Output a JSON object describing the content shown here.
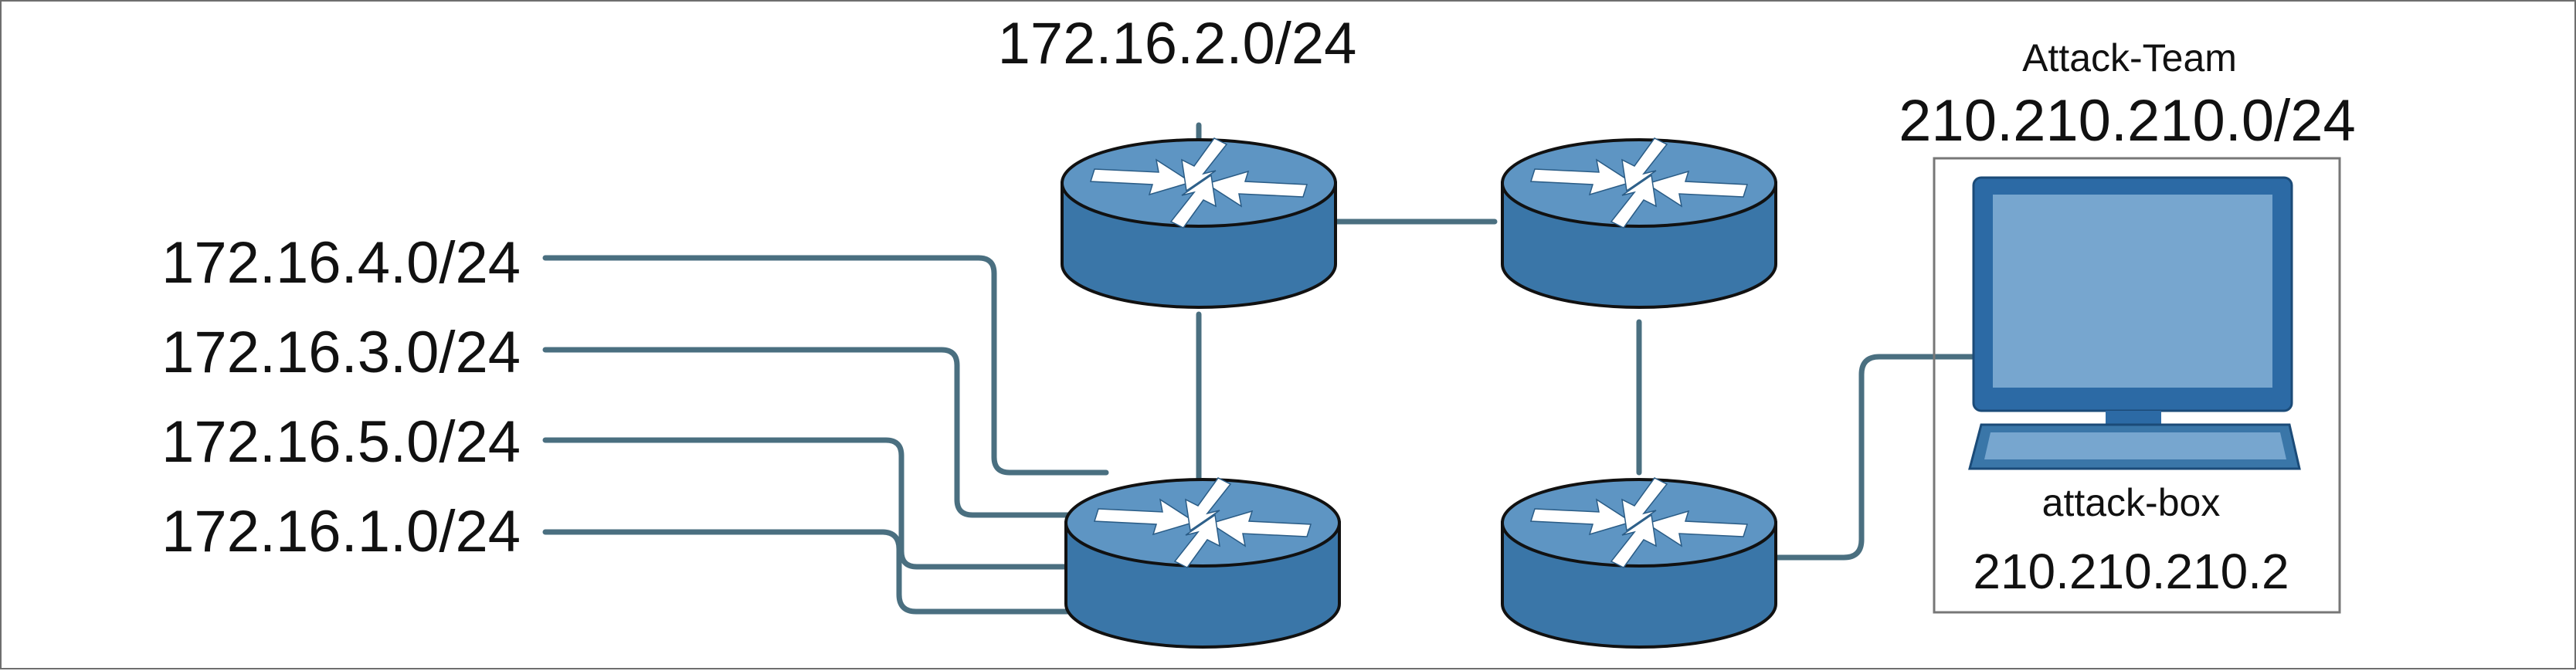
{
  "subnets": {
    "top": "172.16.2.0/24",
    "left": [
      "172.16.4.0/24",
      "172.16.3.0/24",
      "172.16.5.0/24",
      "172.16.1.0/24"
    ]
  },
  "attack_team": {
    "group_label": "Attack-Team",
    "network": "210.210.210.0/24",
    "host_name": "attack-box",
    "host_ip": "210.210.210.2"
  },
  "devices": {
    "routers": [
      "router-top-left",
      "router-top-right",
      "router-bottom-left",
      "router-bottom-right"
    ],
    "workstation": "computer-icon"
  },
  "colors": {
    "link": "#4a6f80",
    "router_body": "#3a76a8",
    "router_top": "#5e95c3",
    "router_outline": "#111111",
    "arrows": "#ffffff",
    "monitor_frame": "#2c6aa5",
    "monitor_screen": "#77a6cf",
    "box_border": "#777777"
  }
}
